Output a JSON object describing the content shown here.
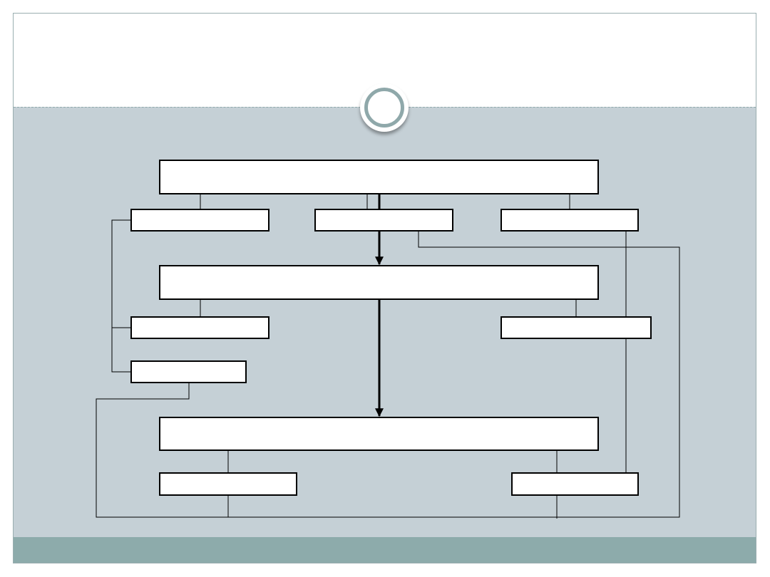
{
  "slide": {
    "title": "",
    "colors": {
      "content_background": "#c5d0d6",
      "footer_band": "#8dabab",
      "ornament_ring": "#8fa8aa",
      "box_fill": "#ffffff",
      "box_stroke": "#000000"
    }
  },
  "diagram": {
    "boxes": [
      {
        "id": "top-main",
        "label": ""
      },
      {
        "id": "top-left",
        "label": ""
      },
      {
        "id": "top-center",
        "label": ""
      },
      {
        "id": "top-right",
        "label": ""
      },
      {
        "id": "middle-main",
        "label": ""
      },
      {
        "id": "middle-left",
        "label": ""
      },
      {
        "id": "middle-right",
        "label": ""
      },
      {
        "id": "middle-left-lower",
        "label": ""
      },
      {
        "id": "bottom-main",
        "label": ""
      },
      {
        "id": "bottom-left",
        "label": ""
      },
      {
        "id": "bottom-right",
        "label": ""
      }
    ]
  }
}
